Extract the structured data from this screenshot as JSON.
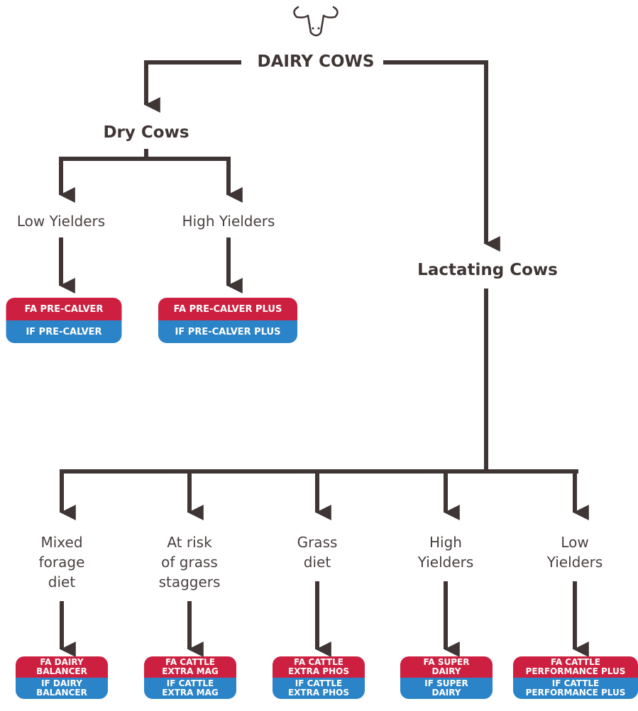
{
  "root": {
    "label": "DAIRY COWS",
    "icon": "cow-head-icon"
  },
  "dry": {
    "label": "Dry Cows",
    "groups": [
      {
        "label": "Low Yielders",
        "fa": "FA PRE-CALVER",
        "if": "IF PRE-CALVER"
      },
      {
        "label": "High Yielders",
        "fa": "FA PRE-CALVER PLUS",
        "if": "IF PRE-CALVER PLUS"
      }
    ]
  },
  "lactating": {
    "label": "Lactating Cows",
    "groups": [
      {
        "label": "Mixed\nforage\ndiet",
        "fa": "FA DAIRY\nBALANCER",
        "if": "IF DAIRY\nBALANCER"
      },
      {
        "label": "At risk\nof grass\nstaggers",
        "fa": "FA CATTLE\nEXTRA MAG",
        "if": "IF CATTLE\nEXTRA MAG"
      },
      {
        "label": "Grass\ndiet",
        "fa": "FA CATTLE\nEXTRA PHOS",
        "if": "IF CATTLE\nEXTRA PHOS"
      },
      {
        "label": "High\nYielders",
        "fa": "FA SUPER\nDAIRY",
        "if": "IF SUPER\nDAIRY"
      },
      {
        "label": "Low\nYielders",
        "fa": "FA CATTLE\nPERFORMANCE PLUS",
        "if": "IF CATTLE\nPERFORMANCE PLUS"
      }
    ]
  },
  "colors": {
    "line": "#3f3534",
    "fa_red": "#cd2040",
    "if_blue": "#2c84c8",
    "text": "#4a4040"
  }
}
